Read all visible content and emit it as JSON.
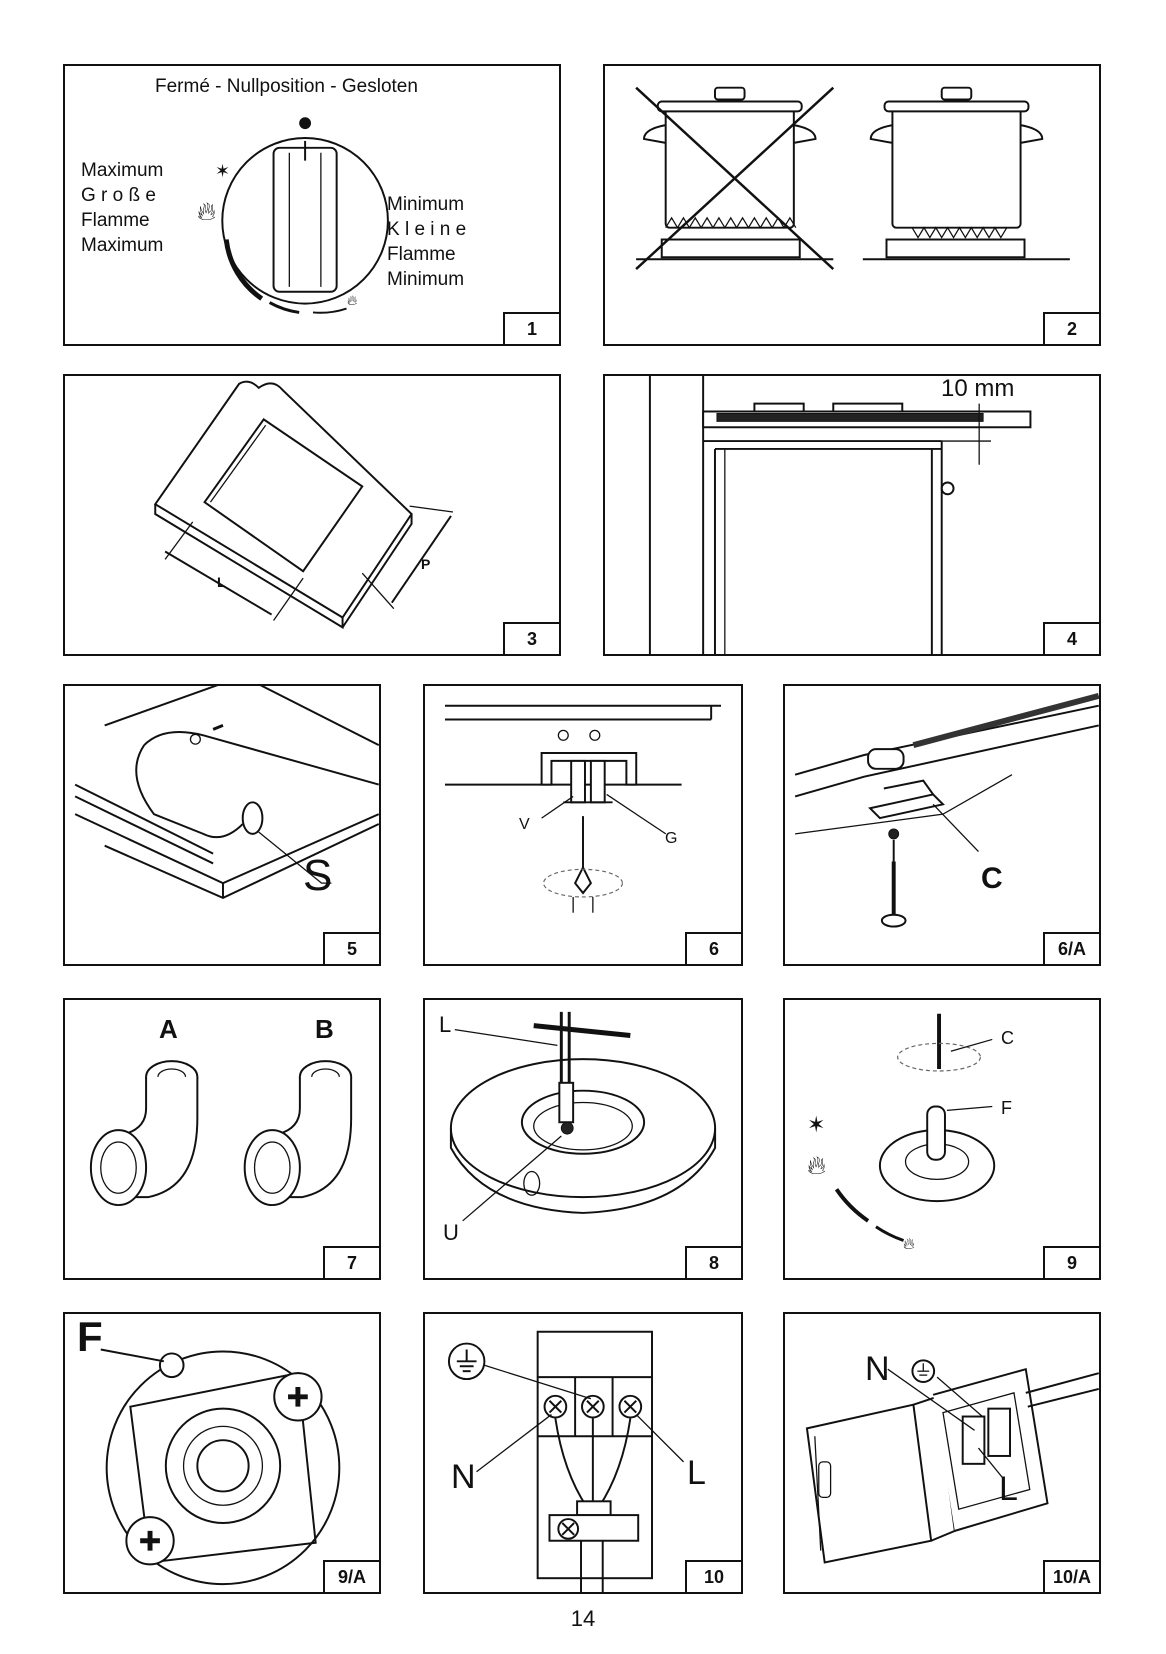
{
  "page_number": "14",
  "figures": [
    {
      "number": "1",
      "title": "Fermé - Nullposition - Gesloten",
      "left_label": [
        "Maximum",
        "G r o ß e",
        "Flamme",
        "Maximum"
      ],
      "right_label": [
        "Minimum",
        "K l e i n e",
        "Flamme",
        "Minimum"
      ]
    },
    {
      "number": "2"
    },
    {
      "number": "3",
      "label_l": "L",
      "label_p": "P"
    },
    {
      "number": "4",
      "dimension": "10 mm"
    },
    {
      "number": "5",
      "label_s": "S"
    },
    {
      "number": "6",
      "label_v": "V",
      "label_g": "G"
    },
    {
      "number": "6/A",
      "label_c": "C"
    },
    {
      "number": "7",
      "label_a": "A",
      "label_b": "B"
    },
    {
      "number": "8",
      "label_l": "L",
      "label_u": "U"
    },
    {
      "number": "9",
      "label_c": "C",
      "label_f": "F"
    },
    {
      "number": "9/A",
      "label_f": "F"
    },
    {
      "number": "10",
      "label_n": "N",
      "label_l": "L"
    },
    {
      "number": "10/A",
      "label_n": "N",
      "label_l": "L"
    }
  ]
}
